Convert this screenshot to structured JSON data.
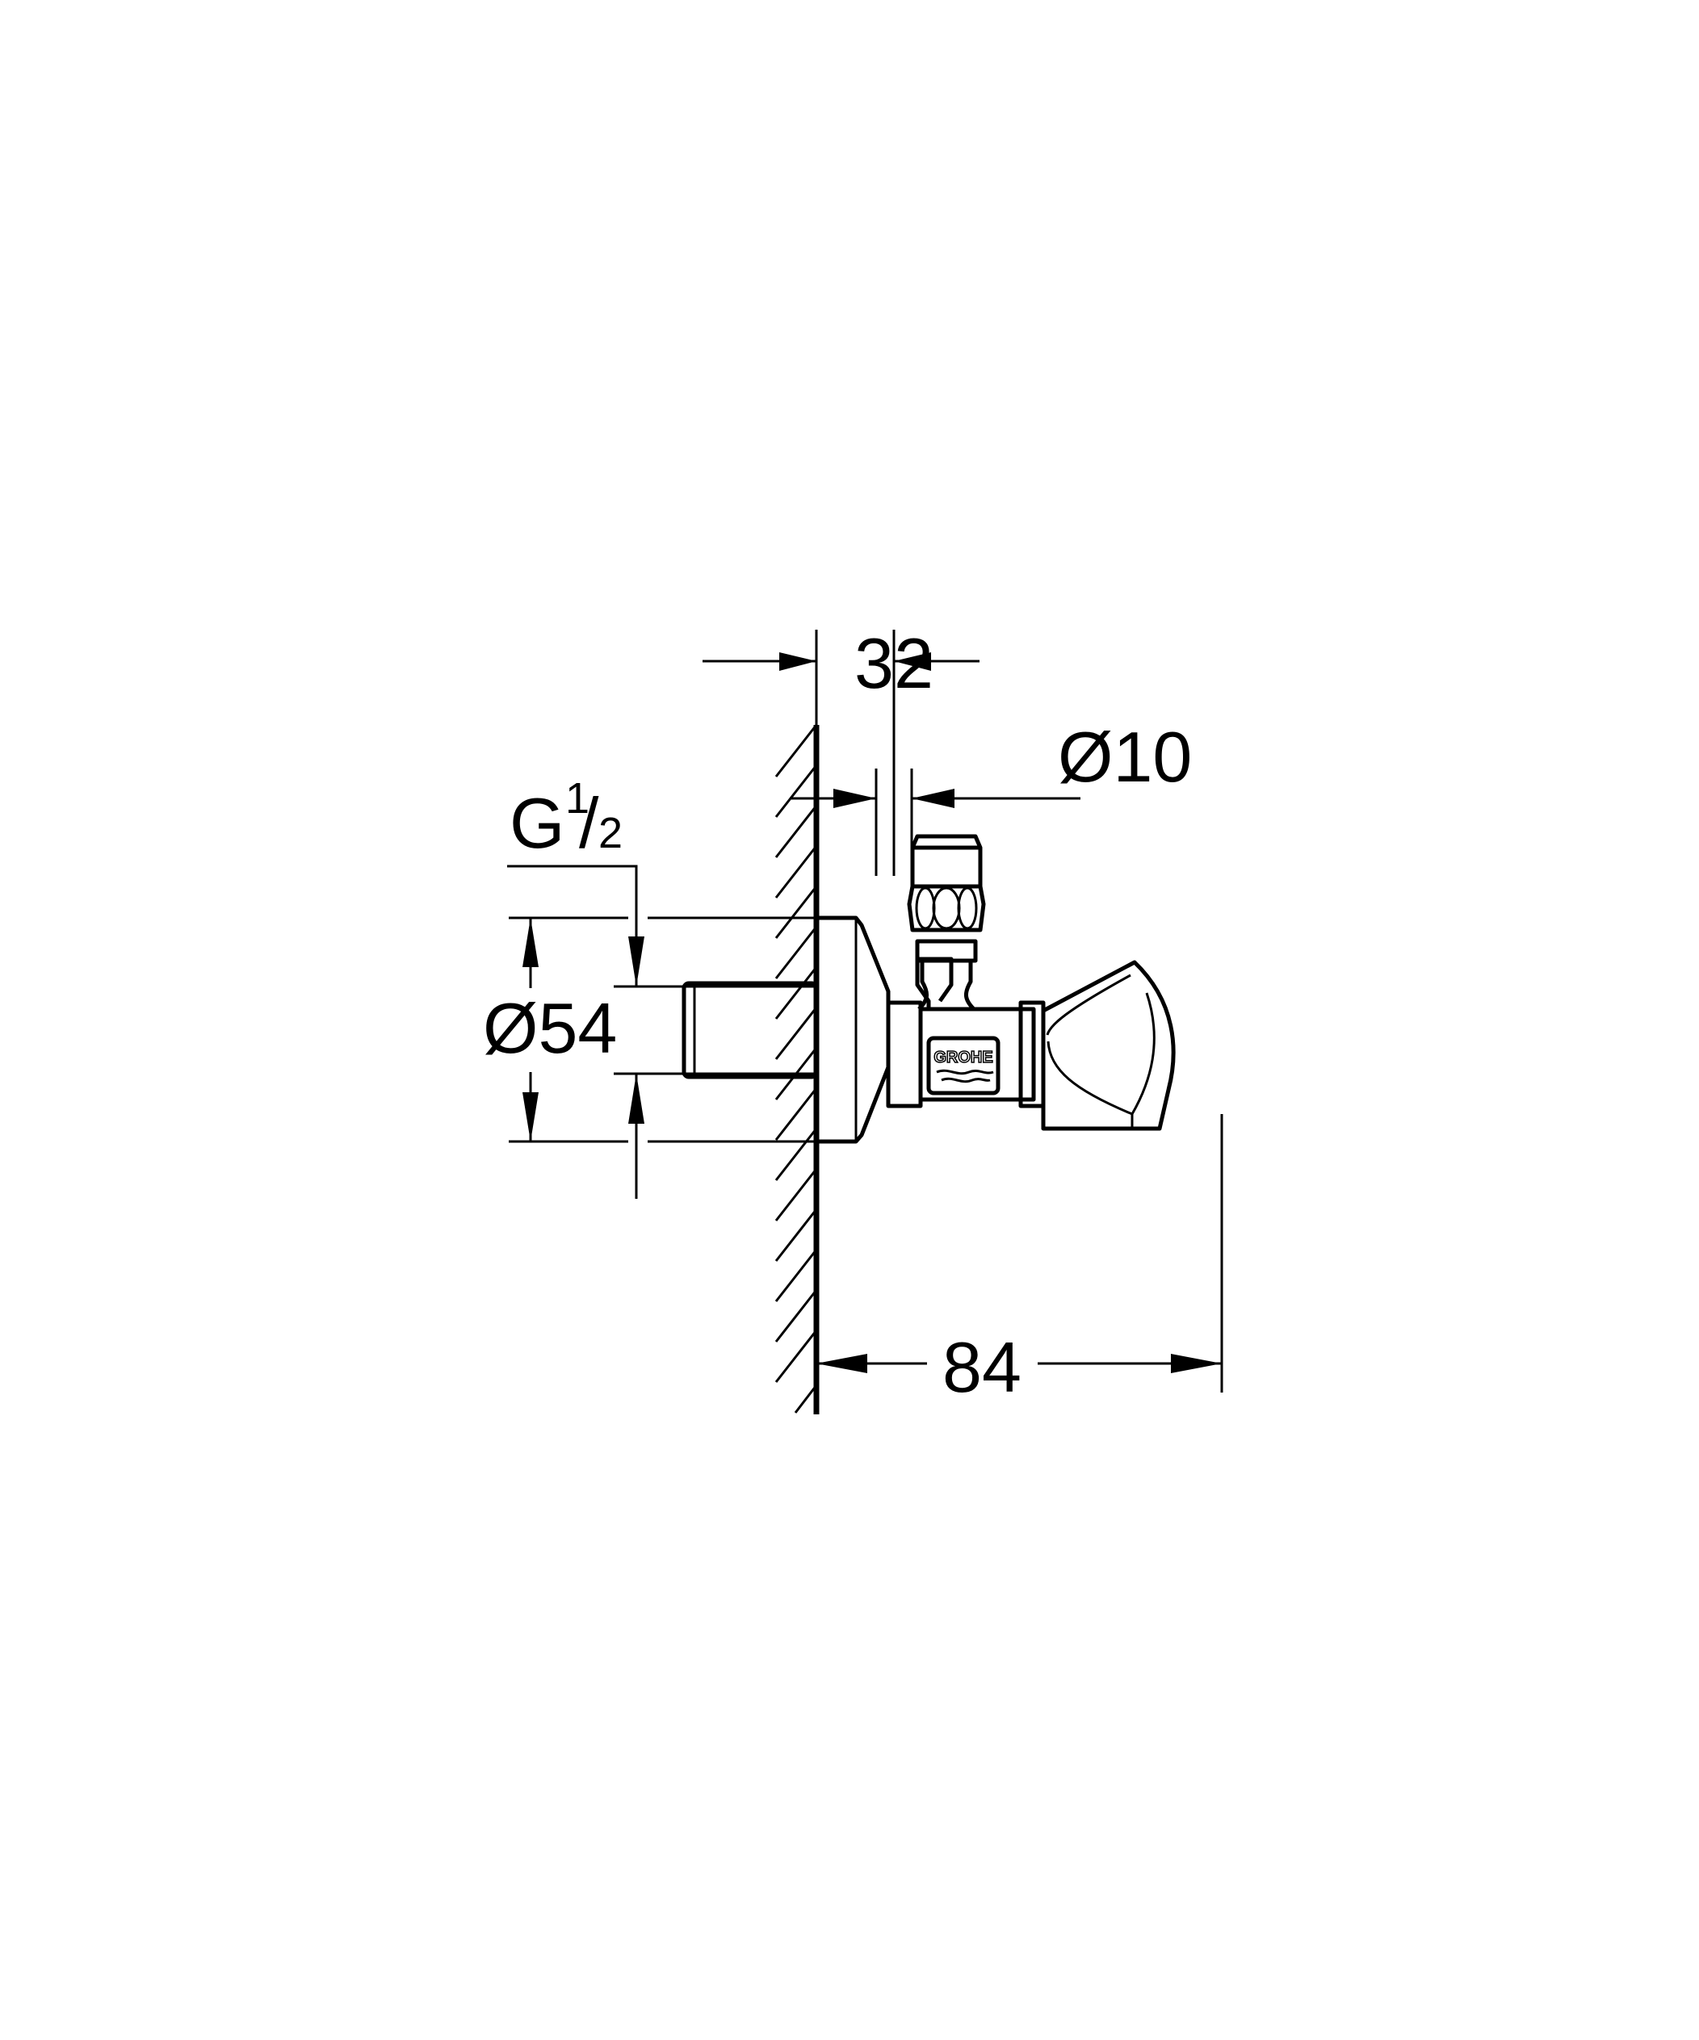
{
  "drawing": {
    "title": "Angle valve technical dimension drawing",
    "brand_mark": "GROHE",
    "line_color": "#000000",
    "background": "#ffffff"
  },
  "dimensions": {
    "projection_outlet": "32",
    "pipe_diameter": "Ø10",
    "thread_label_main": "G",
    "thread_label_num": "1",
    "thread_label_sep": "/",
    "thread_label_den": "2",
    "rosette_diameter": "Ø54",
    "total_depth": "84"
  }
}
